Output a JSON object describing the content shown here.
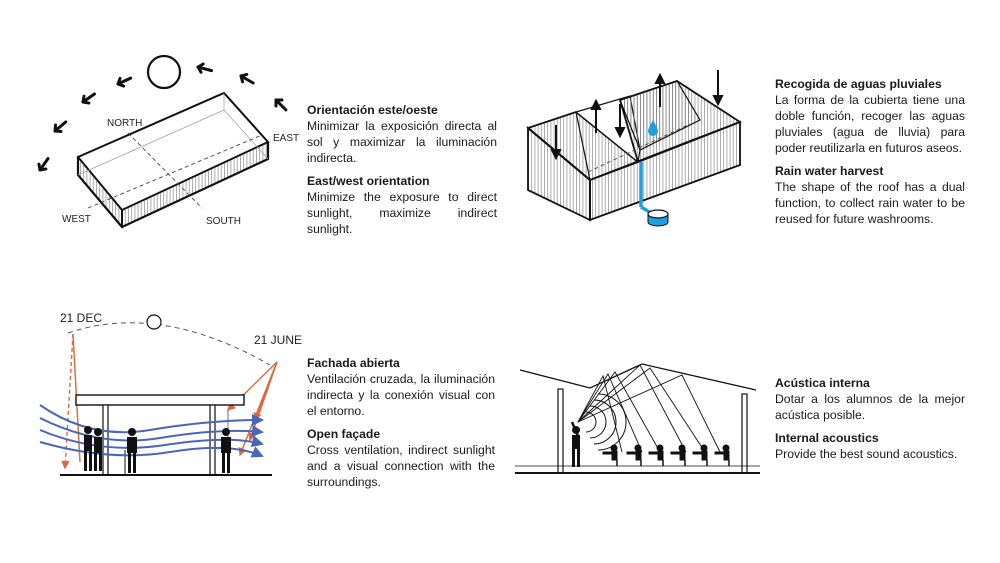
{
  "orientation": {
    "heading_es": "Orientación este/oeste",
    "body_es": "Minimizar la exposición directa al sol y maximizar la iluminación indirecta.",
    "heading_en": "East/west orientation",
    "body_en": "Minimize the exposure to direct sunlight, maximize indirect sunlight.",
    "labels": {
      "north": "NORTH",
      "east": "EAST",
      "west": "WEST",
      "south": "SOUTH"
    }
  },
  "rainwater": {
    "heading_es": "Recogida de aguas pluviales",
    "body_es": "La forma de la cubierta tiene una doble función, recoger las aguas pluviales (agua de lluvia) para poder reutilizarla en futuros aseos.",
    "heading_en": "Rain water harvest",
    "body_en": "The shape of the roof has a dual function, to collect rain water to be reused for future washrooms."
  },
  "facade": {
    "heading_es": "Fachada abierta",
    "body_es": "Ventilación cruzada, la iluminación indirecta y la conexión visual con el entorno.",
    "heading_en": "Open façade",
    "body_en": "Cross ventilation, indirect sunlight and a visual connection with the surroundings.",
    "labels": {
      "dec": "21 DEC",
      "june": "21 JUNE"
    }
  },
  "acoustics": {
    "heading_es": "Acústica interna",
    "body_es": "Dotar a los alumnos de la mejor acústica posible.",
    "heading_en": "Internal acoustics",
    "body_en": "Provide the best sound acoustics."
  },
  "colors": {
    "water_blue": "#1e9fe0",
    "wind_blue": "#4a66b5",
    "sun_orange": "#e0653f"
  }
}
